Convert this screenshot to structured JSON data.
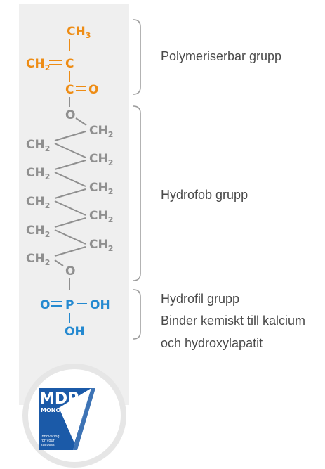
{
  "colors": {
    "panel": "#efefef",
    "orange": "#ee8c14",
    "gray": "#8f8f8f",
    "blue": "#2489d0",
    "bracket": "#9a9a9a",
    "label": "#4a4a4a",
    "logo_blue": "#1b5aa8"
  },
  "molecule": {
    "top_ch3": "CH3",
    "ch2_left": "CH2",
    "c_top": "C",
    "c_mid": "C",
    "o_double": "O",
    "o_upper": "O",
    "chain_left_ch2": "CH2",
    "chain_right_ch2": "CH2",
    "o_lower": "O",
    "phos_o": "O",
    "phos_p": "P",
    "phos_oh_right": "OH",
    "phos_oh_bottom": "OH"
  },
  "groups": {
    "polymerizable": "Polymeriserbar grupp",
    "hydrophobic": "Hydrofob grupp",
    "hydrophilic_1": "Hydrofil grupp",
    "hydrophilic_2": "Binder kemiskt till kalcium",
    "hydrophilic_3": "och hydroxylapatit"
  },
  "logo": {
    "name": "MDP",
    "sub": "MONOMER",
    "tagline_1": "Innovating",
    "tagline_2": "for your",
    "tagline_3": "success"
  }
}
